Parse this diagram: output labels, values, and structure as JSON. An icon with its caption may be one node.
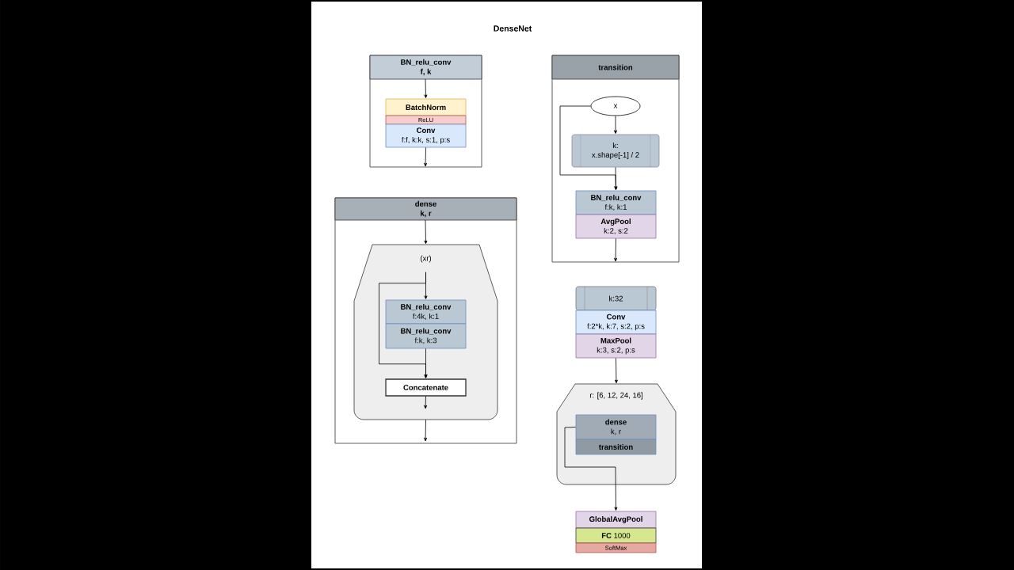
{
  "diagram": {
    "title": "DenseNet",
    "nodes": [
      {
        "text": [
          "BN_relu_conv",
          "f, k"
        ]
      },
      {
        "text": [
          "BatchNorm"
        ],
        "in": 0
      },
      {
        "text": [
          "ReLU"
        ],
        "in": 0
      },
      {
        "text": [
          "Conv",
          "f:f, k:k, s:1, p:s"
        ],
        "in": 0
      },
      {
        "text": [
          "dense",
          "k, r"
        ]
      },
      {
        "text": [
          "(xr)"
        ],
        "in": 4
      },
      {
        "text": [
          "BN_relu_conv",
          "f:4k, k:1"
        ],
        "in": 5
      },
      {
        "text": [
          "BN_relu_conv",
          "f:k, k:3"
        ],
        "in": 5
      },
      {
        "text": [
          "Concatenate"
        ],
        "in": 5
      },
      {
        "text": [
          "transition"
        ]
      },
      {
        "text": [
          "x"
        ],
        "in": 9
      },
      {
        "text": [
          "k:",
          "x.shape[-1] / 2"
        ],
        "in": 9
      },
      {
        "text": [
          "BN_relu_conv",
          "f:k, k:1"
        ],
        "in": 9
      },
      {
        "text": [
          "AvgPool",
          "k:2, s:2"
        ],
        "in": 9
      },
      {
        "text": [
          "k:32"
        ]
      },
      {
        "text": [
          "Conv",
          "f:2*k, k:7, s:2, p:s"
        ]
      },
      {
        "text": [
          "MaxPool",
          "k:3, s:2, p:s"
        ]
      },
      {
        "text": [
          "r: [6, 12, 24, 16]"
        ]
      },
      {
        "text": [
          "dense",
          "k, r"
        ],
        "in": 17
      },
      {
        "text": [
          "transition"
        ],
        "in": 17
      },
      {
        "text": [
          "GlobalAvgPool"
        ]
      },
      {
        "text": [
          "**FC** 1000"
        ]
      },
      {
        "text": [
          "SoftMax"
        ]
      }
    ],
    "edges": [
      {
        "from": null,
        "to": 1,
        "arrow": "to"
      },
      {
        "from": 3,
        "to": null,
        "arrow": "to"
      },
      {
        "from": null,
        "to": 5,
        "arrow": "to"
      },
      {
        "from": 5,
        "to": 6,
        "arrow": "to"
      },
      {
        "from": 5,
        "to": 8,
        "arrow": "to"
      },
      {
        "from": 7,
        "to": 8,
        "arrow": "to"
      },
      {
        "from": 8,
        "to": null,
        "arrow": "to"
      },
      {
        "from": 5,
        "to": null,
        "arrow": "to"
      },
      {
        "from": 10,
        "to": 11,
        "arrow": "to"
      },
      {
        "from": 10,
        "to": 12,
        "arrow": "to"
      },
      {
        "from": 11,
        "to": 12,
        "arrow": "to"
      },
      {
        "from": 13,
        "to": null,
        "arrow": "to"
      },
      {
        "from": 16,
        "to": 17,
        "arrow": "to"
      },
      {
        "from": 18,
        "to": 20,
        "arrow": "to"
      }
    ]
  }
}
